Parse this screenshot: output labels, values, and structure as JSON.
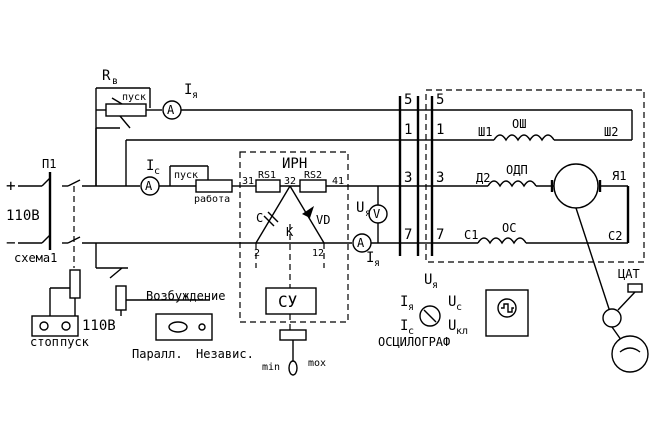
{
  "labels": {
    "rv": "R",
    "rv_sub": "в",
    "pusk_top": "пуск",
    "ia_top": "I",
    "ia_top_sub": "я",
    "p1": "П1",
    "v110_left": "110В",
    "plus": "+",
    "minus": "−",
    "skhema1": "схема1",
    "ic": "I",
    "ic_sub": "с",
    "pusk_mid": "пуск",
    "rabota": "работа",
    "irn": "ИРН",
    "rs1": "RS1",
    "rs2": "RS2",
    "n31": "31",
    "n32": "32",
    "n41": "41",
    "c": "С",
    "k": "К",
    "vd": "VD",
    "n2": "2",
    "n12": "12",
    "ua": "U",
    "ua_sub": "я",
    "ia_bot": "I",
    "ia_bot_sub": "я",
    "su": "СУ",
    "min": "min",
    "max": "mox",
    "vozb": "Возбуждение",
    "parall": "Паралл.",
    "nezav": "Независ.",
    "stop": "стоп",
    "pusk_btn": "пуск",
    "v110_bot": "110В",
    "osc_ua": "U",
    "osc_ua_sub": "я",
    "osc_ia": "I",
    "osc_ia_sub": "я",
    "osc_uc": "U",
    "osc_uc_sub": "с",
    "osc_ic": "I",
    "osc_ic_sub": "с",
    "osc_ukl": "U",
    "osc_ukl_sub": "кл",
    "oscillograf": "ОСЦИЛОГРАФ",
    "t5l": "5",
    "t1l": "1",
    "t3l": "3",
    "t7l": "7",
    "t5r": "5",
    "t1r": "1",
    "t3r": "3",
    "t7r": "7",
    "sh1": "Ш1",
    "osh": "ОШ",
    "sh2": "Ш2",
    "d2": "Д2",
    "odp": "ОДП",
    "ya1": "Я1",
    "c1": "С1",
    "os": "ОС",
    "c2": "С2",
    "tsat": "ЦАТ"
  }
}
